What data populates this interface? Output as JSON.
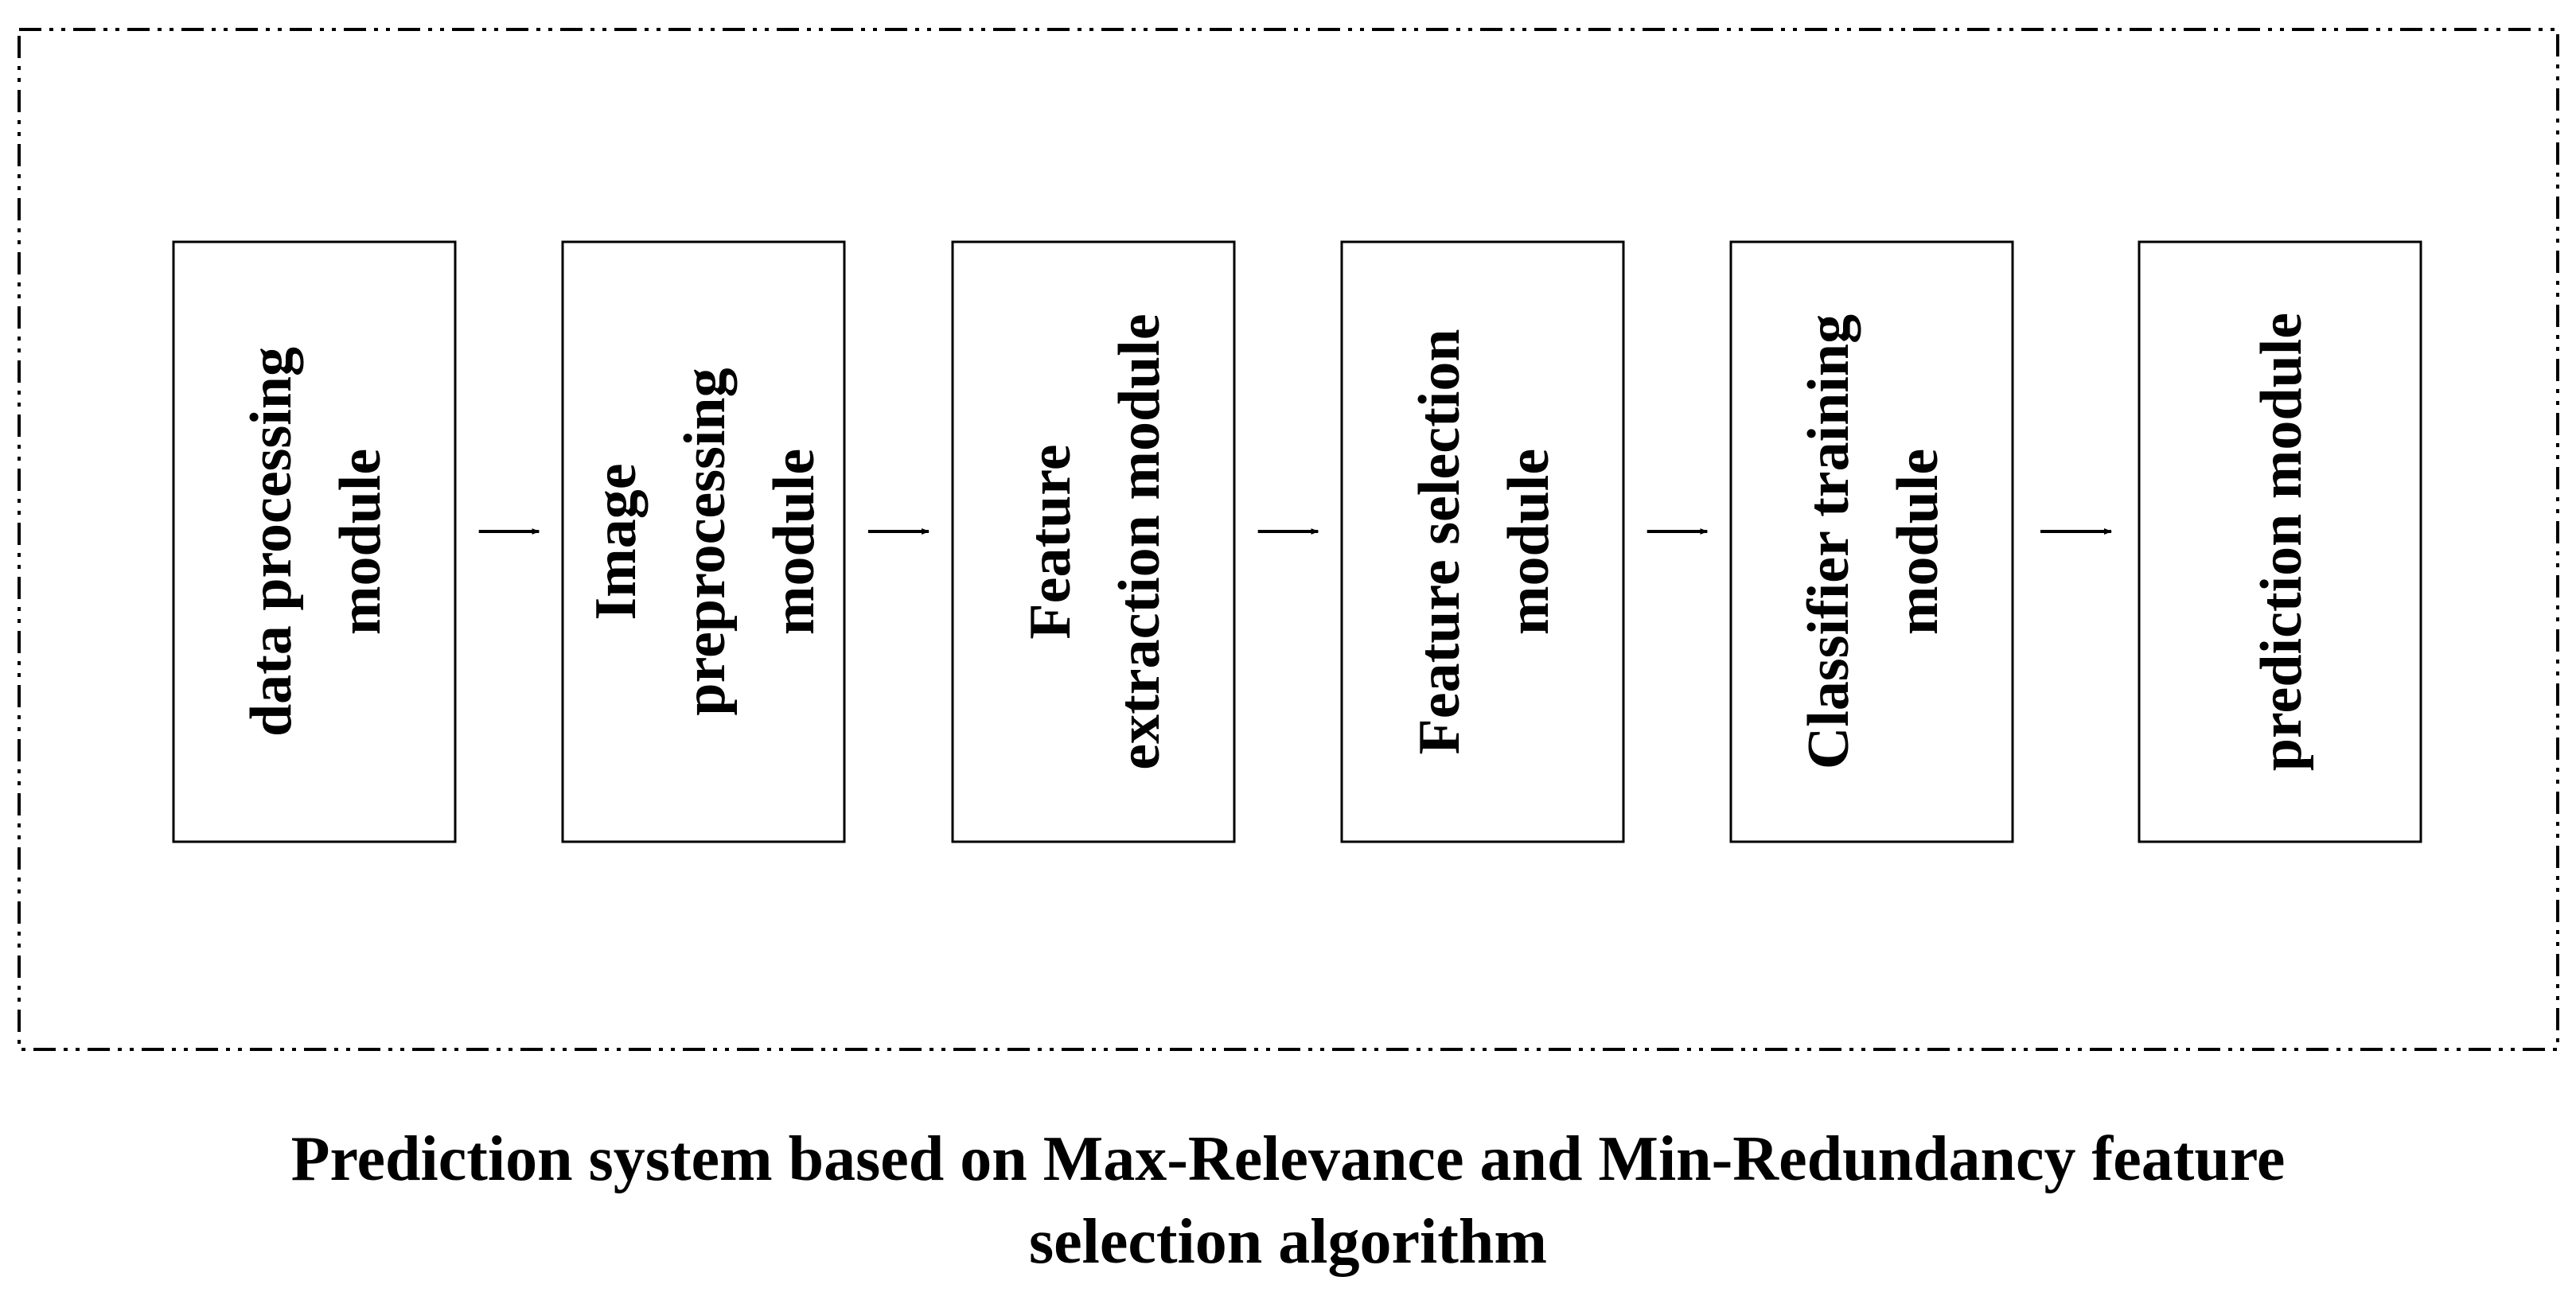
{
  "modules": [
    {
      "name": "data-processing-module",
      "lines": [
        "data processing",
        "module"
      ]
    },
    {
      "name": "image-preprocessing-module",
      "lines": [
        "Image",
        "preprocessing",
        "module"
      ]
    },
    {
      "name": "feature-extraction-module",
      "lines": [
        "Feature",
        "extraction module"
      ]
    },
    {
      "name": "feature-selection-module",
      "lines": [
        "Feature selection",
        "module"
      ]
    },
    {
      "name": "classifier-training-module",
      "lines": [
        "Classifier training",
        "module"
      ]
    },
    {
      "name": "prediction-module",
      "lines": [
        "prediction module"
      ]
    }
  ],
  "caption": {
    "line1": "Prediction system based on Max-Relevance and Min-Redundancy feature",
    "line2": "selection algorithm"
  }
}
